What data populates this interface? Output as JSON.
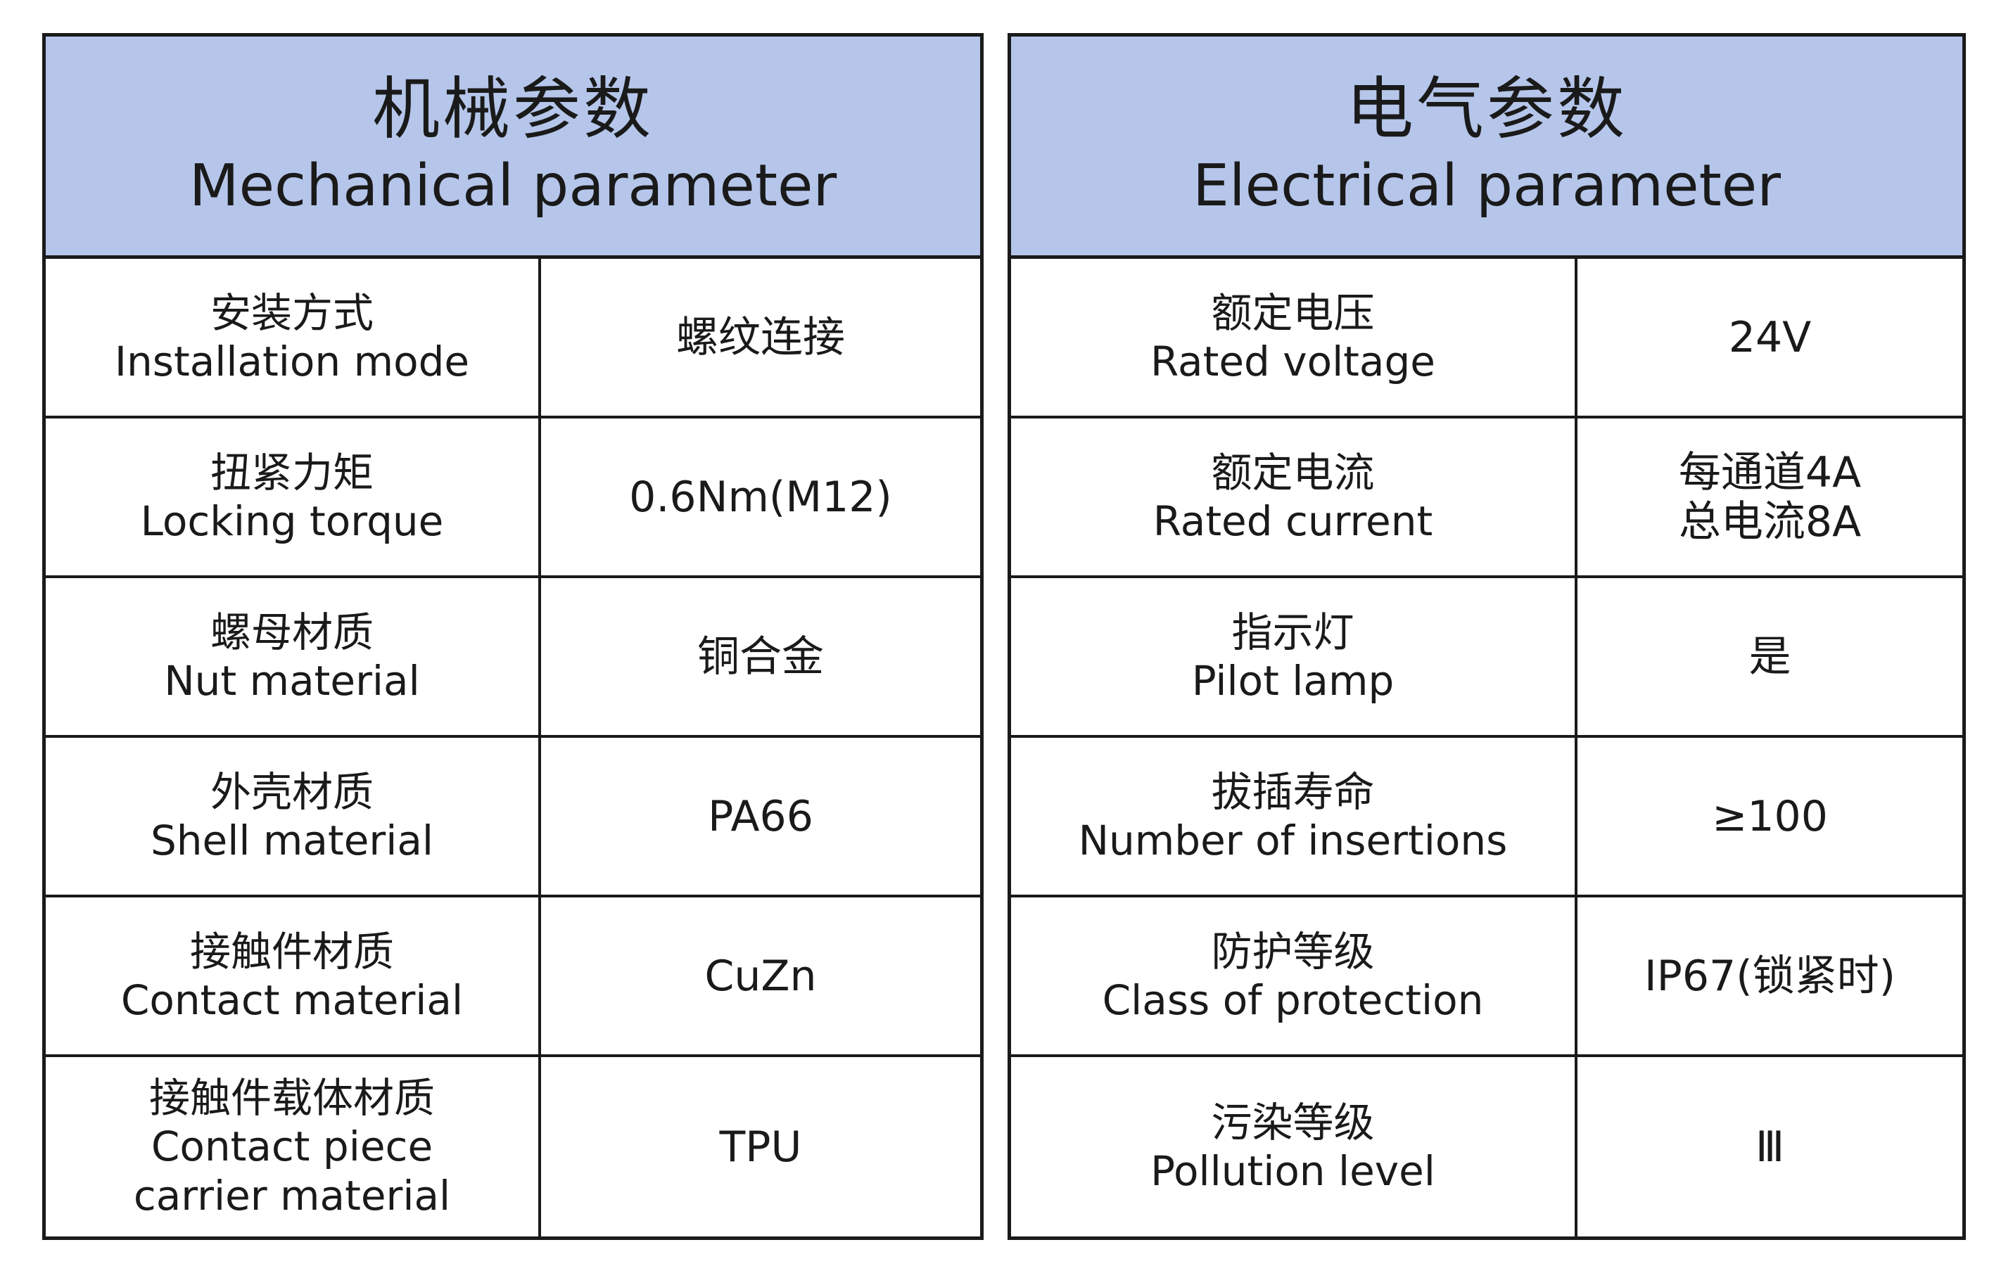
{
  "mechanical": {
    "title_zh": "机械参数",
    "title_en": "Mechanical parameter",
    "rows": [
      {
        "label_zh": "安装方式",
        "label_en": "Installation mode",
        "value": "螺纹连接"
      },
      {
        "label_zh": "扭紧力矩",
        "label_en": "Locking torque",
        "value": "0.6Nm(M12)"
      },
      {
        "label_zh": "螺母材质",
        "label_en": "Nut material",
        "value": "铜合金"
      },
      {
        "label_zh": "外壳材质",
        "label_en": "Shell material",
        "value": "PA66"
      },
      {
        "label_zh": "接触件材质",
        "label_en": "Contact material",
        "value": "CuZn"
      },
      {
        "label_zh": "接触件载体材质",
        "label_en": "Contact piece\ncarrier material",
        "value": "TPU"
      }
    ]
  },
  "electrical": {
    "title_zh": "电气参数",
    "title_en": "Electrical parameter",
    "rows": [
      {
        "label_zh": "额定电压",
        "label_en": "Rated voltage",
        "value": "24V"
      },
      {
        "label_zh": "额定电流",
        "label_en": "Rated current",
        "value_line1": "每通道4A",
        "value_line2": "总电流8A"
      },
      {
        "label_zh": "指示灯",
        "label_en": "Pilot lamp",
        "value": "是"
      },
      {
        "label_zh": "拔插寿命",
        "label_en": "Number of insertions",
        "value": "≥100"
      },
      {
        "label_zh": "防护等级",
        "label_en": "Class of protection",
        "value": "IP67(锁紧时)"
      },
      {
        "label_zh": "污染等级",
        "label_en": "Pollution level",
        "value": "Ⅲ"
      }
    ]
  }
}
